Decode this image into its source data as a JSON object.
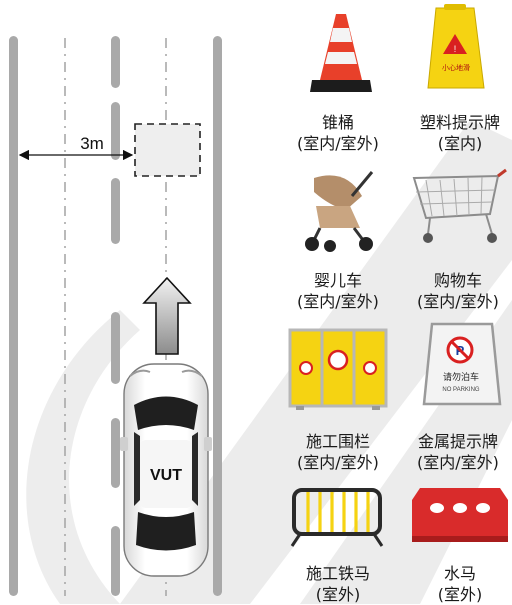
{
  "scene": {
    "distance_label": "3m",
    "vehicle_label": "VUT"
  },
  "objects": [
    {
      "id": "cone",
      "name": "锥桶",
      "env": "(室内/室外)",
      "icon": "traffic-cone-icon"
    },
    {
      "id": "plastic-sign",
      "name": "塑料提示牌",
      "env": "(室内)",
      "icon": "wet-floor-sign-icon",
      "sign_text": "小心地滑"
    },
    {
      "id": "stroller",
      "name": "婴儿车",
      "env": "(室内/室外)",
      "icon": "baby-stroller-icon"
    },
    {
      "id": "cart",
      "name": "购物车",
      "env": "(室内/室外)",
      "icon": "shopping-cart-icon"
    },
    {
      "id": "fence",
      "name": "施工围栏",
      "env": "(室内/室外)",
      "icon": "construction-fence-icon"
    },
    {
      "id": "metal-sign",
      "name": "金属提示牌",
      "env": "(室内/室外)",
      "icon": "no-parking-sign-icon",
      "sign_text": "请勿泊车",
      "sign_subtext": "NO PARKING"
    },
    {
      "id": "barricade",
      "name": "施工铁马",
      "env": "(室外)",
      "icon": "metal-barricade-icon"
    },
    {
      "id": "water-barrier",
      "name": "水马",
      "env": "(室外)",
      "icon": "water-barrier-icon"
    }
  ],
  "colors": {
    "road_line": "#a6a6a6",
    "watermark": "#e9e9e9",
    "cone_orange": "#e8402a",
    "sign_yellow": "#f5d312",
    "barrier_red": "#d92b2b",
    "car_body": "#f4f4f4"
  }
}
